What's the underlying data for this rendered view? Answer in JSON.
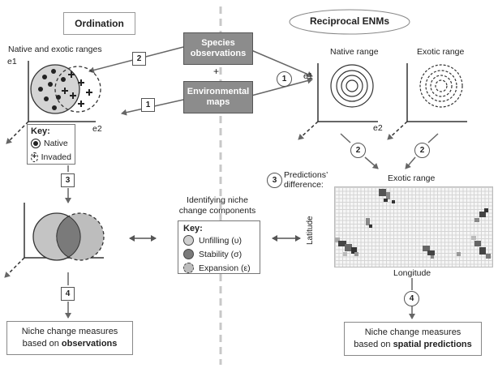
{
  "left": {
    "header": "Ordination",
    "plot_title": "Native and exotic ranges",
    "axis_y": "e1",
    "axis_x": "e2",
    "key": {
      "title": "Key:",
      "native": "Native",
      "invaded": "Invaded"
    },
    "output": {
      "line1": "Niche change measures",
      "line2_pre": "based on ",
      "line2_bold": "observations"
    }
  },
  "right": {
    "header": "Reciprocal ENMs",
    "native_range": "Native range",
    "exotic_range": "Exotic range",
    "axis_y": "e1",
    "axis_x": "e2",
    "predictions_label_1": "Predictions’",
    "predictions_label_2": "difference:",
    "map_title": "Exotic range",
    "map_ylabel": "Latitude",
    "map_xlabel": "Longitude",
    "output": {
      "line1": "Niche change measures",
      "line2_pre": "based on ",
      "line2_bold": "spatial predictions"
    }
  },
  "center": {
    "species_box": "Species observations",
    "plus": "+",
    "env_box": "Environmental maps",
    "title_line1": "Identifying niche",
    "title_line2": "change components",
    "key": {
      "title": "Key:",
      "unfilling": "Unfilling (υ)",
      "stability": "Stability (σ)",
      "expansion": "Expansion (ε)"
    }
  },
  "steps": {
    "s1": "1",
    "s2": "2",
    "s3": "3",
    "s4": "4"
  },
  "colors": {
    "box_gray": "#8c8c8c",
    "unfilling": "#cfcfcf",
    "stability": "#7a7a7a",
    "expansion": "#bdbdbd"
  }
}
